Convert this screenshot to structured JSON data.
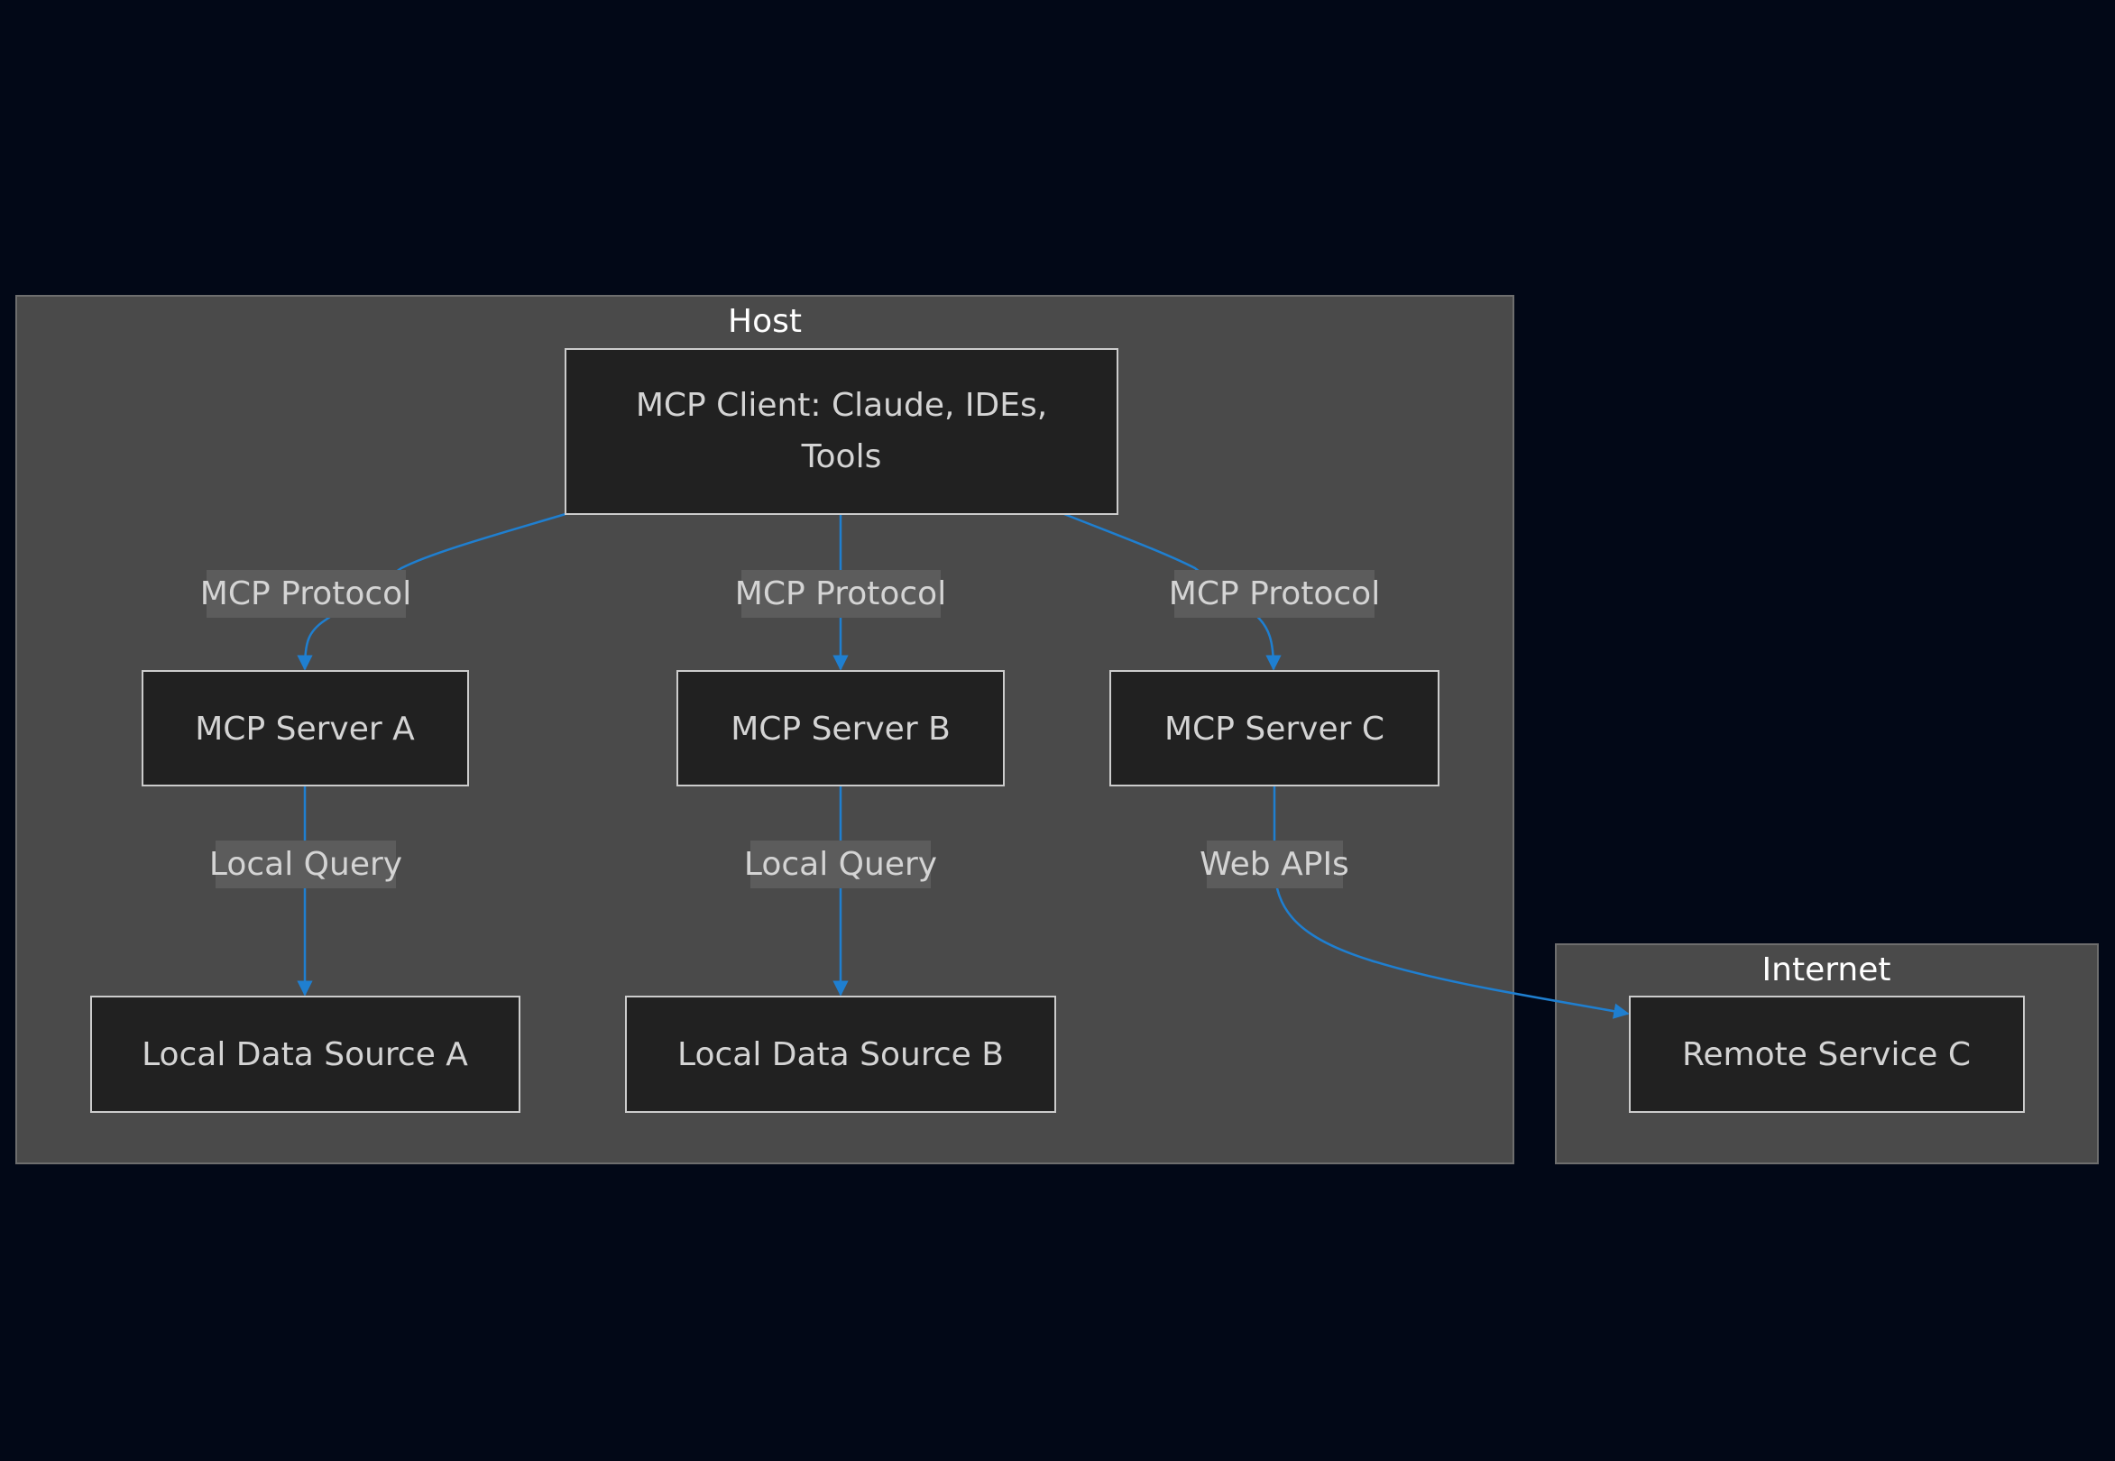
{
  "colors": {
    "background": "#020817",
    "group_fill": "#4a4a4a",
    "node_fill": "#212121",
    "node_border": "#cccccc",
    "edge": "#1f7fd0",
    "edge_label_bg": "#5c5c5c",
    "text": "#d4d4d4",
    "group_title": "#ffffff"
  },
  "groups": {
    "host": {
      "title": "Host"
    },
    "internet": {
      "title": "Internet"
    }
  },
  "nodes": {
    "client": {
      "line1": "MCP Client: Claude, IDEs,",
      "line2": "Tools"
    },
    "server_a": {
      "label": "MCP Server A"
    },
    "server_b": {
      "label": "MCP Server B"
    },
    "server_c": {
      "label": "MCP Server C"
    },
    "source_a": {
      "label": "Local Data Source A"
    },
    "source_b": {
      "label": "Local Data Source B"
    },
    "remote_c": {
      "label": "Remote Service C"
    }
  },
  "edges": {
    "client_to_a": {
      "from": "MCP Client",
      "to": "MCP Server A",
      "label": "MCP Protocol"
    },
    "client_to_b": {
      "from": "MCP Client",
      "to": "MCP Server B",
      "label": "MCP Protocol"
    },
    "client_to_c": {
      "from": "MCP Client",
      "to": "MCP Server C",
      "label": "MCP Protocol"
    },
    "a_to_source": {
      "from": "MCP Server A",
      "to": "Local Data Source A",
      "label": "Local Query"
    },
    "b_to_source": {
      "from": "MCP Server B",
      "to": "Local Data Source B",
      "label": "Local Query"
    },
    "c_to_remote": {
      "from": "MCP Server C",
      "to": "Remote Service C",
      "label": "Web APIs"
    }
  }
}
